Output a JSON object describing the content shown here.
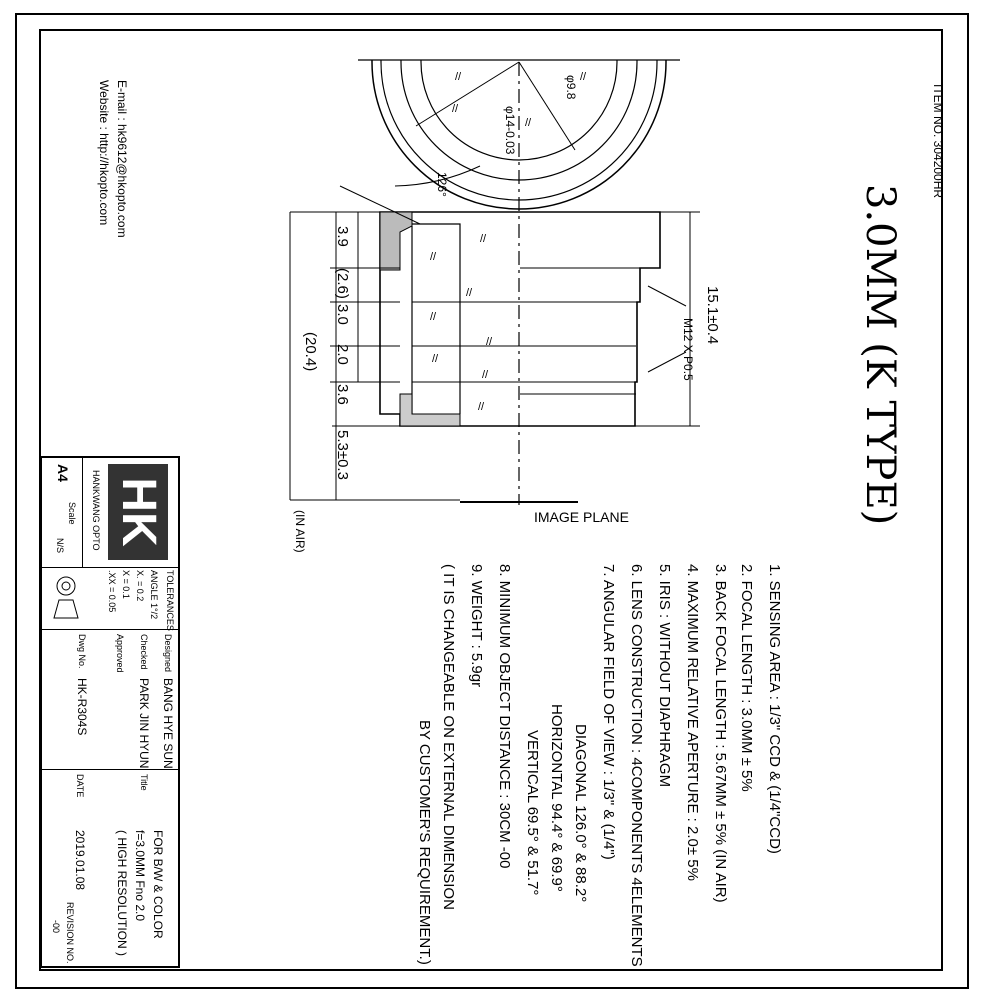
{
  "header": {
    "item_no": "ITEM NO. 304200HR",
    "title": "3.0MM (K TYPE)"
  },
  "contact": {
    "email": "E-mail : hk9612@hkopto.com",
    "website": "Website : http://hkopto.com"
  },
  "drawing": {
    "dims": {
      "front_dia": "φ9.8",
      "outer_dia": "φ14-0.03",
      "angle": "126°",
      "overall": "15.1±0.4",
      "thread": "M12 X P0.5",
      "d1": "3.9",
      "d2": "(2.6)",
      "d3": "3.0",
      "d4": "2.0",
      "d5": "3.6",
      "d6": "5.3±0.3",
      "total": "(20.4)",
      "in_air": "(IN AIR)",
      "image_plane": "IMAGE PLANE"
    }
  },
  "specs": [
    "1. SENSING AREA    :  1/3\" CCD & (1/4\"CCD)",
    "2. FOCAL LENGTH    :  3.0MM ± 5%",
    "3. BACK FOCAL LENGTH    :  5.67MM ± 5% (IN AIR)",
    "4. MAXIMUM RELATIVE APERTURE   :  2.0± 5%",
    "5. IRIS                       :  WITHOUT DIAPHRAGM",
    "6. LENS CONSTRUCTION   :  4COMPONENTS 4ELEMENTS",
    "7. ANGULAR FIELD OF VIEW   :        1/3\"  &   (1/4\")",
    "DIAGONAL    126.0° &   88.2°",
    "HORIZONTAL    94.4° &    69.9°",
    "VERTICAL     69.5° &    51.7°",
    "8. MINIMUM OBJECT DISTANCE    :  30CM -00",
    "9. WEIGHT    :    5.9gr",
    "( IT IS CHANGEABLE ON EXTERNAL DIMENSION",
    "BY CUSTOMER'S REQUIREMENT.)"
  ],
  "titleblock": {
    "logo": "HK",
    "company": "HANKWANG OPTO",
    "size": "A4",
    "scale_label": "Scale",
    "scale_value": "N/S",
    "tol_header": "TOLERANCES",
    "tol_angle": "ANGLE 1°/2",
    "tol_x": "X.    = 0.2",
    "tol_xx": "X   = 0.1",
    "tol_xxx": ".XX = 0.05",
    "designed_label": "Designed",
    "designed_value": "BANG HYE SUN",
    "checked_label": "Checked",
    "checked_value": "PARK JIN HYUN",
    "approved_label": "Approved",
    "title_label": "Title",
    "dwg_label": "Dwg No.",
    "dwg_value": "HK-R304S",
    "date_label": "DATE",
    "date_value": "2019.01.08",
    "desc1": "FOR B/W & COLOR",
    "desc2": "f=3.0MM  Fno 2.0",
    "desc3": "( HIGH RESOLUTION )",
    "rev_label": "REVISION NO.",
    "rev_value": "-00"
  }
}
